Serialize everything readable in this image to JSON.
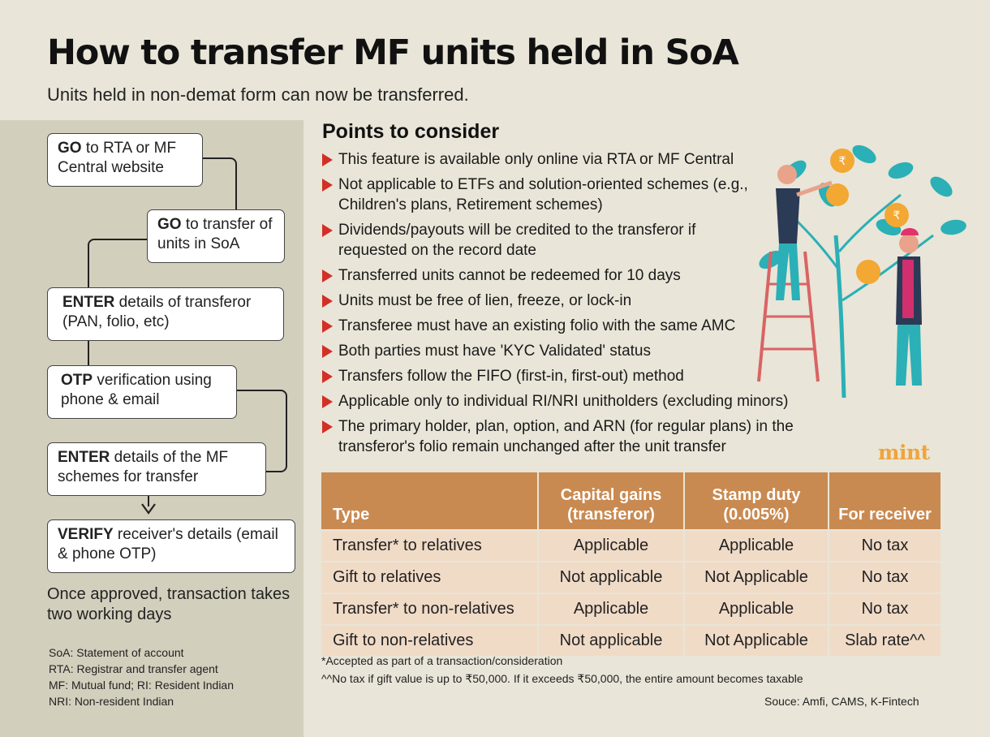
{
  "title": "How to transfer MF units held in SoA",
  "subtitle": "Units held in non-demat form can now be transferred.",
  "steps": [
    {
      "bold": "GO",
      "text": " to RTA or MF Central website"
    },
    {
      "bold": "GO",
      "text": " to transfer of units in SoA"
    },
    {
      "bold": "ENTER",
      "text": " details of transferor (PAN, folio, etc)"
    },
    {
      "bold": "OTP",
      "text": " verification using phone & email"
    },
    {
      "bold": "ENTER",
      "text": " details of the MF schemes for transfer"
    },
    {
      "bold": "VERIFY",
      "text": " receiver's details (email & phone OTP)"
    }
  ],
  "approved_note": "Once approved, transaction takes two working days",
  "legend": [
    "SoA: Statement of account",
    "RTA: Registrar and transfer agent",
    "MF: Mutual fund; RI: Resident Indian",
    "NRI: Non-resident Indian"
  ],
  "points_title": "Points to consider",
  "points": [
    "This feature is available only online via RTA or MF Central",
    "Not applicable to ETFs and solution-oriented schemes (e.g., Children's plans, Retirement schemes)",
    "Dividends/payouts will be credited to the transferor if requested on the record date",
    "Transferred units cannot be redeemed for 10 days",
    "Units must be free of lien, freeze, or lock-in",
    "Transferee must have an existing folio with the same AMC",
    "Both parties must have 'KYC Validated' status",
    "Transfers follow the FIFO (first-in, first-out) method",
    "Applicable only to individual RI/NRI unitholders (excluding minors)",
    "The primary holder, plan, option, and ARN (for regular plans) in the transferor's folio remain unchanged after the unit transfer"
  ],
  "brand": "mint",
  "table": {
    "headers": [
      "Type",
      "Capital gains (transferor)",
      "Stamp duty (0.005%)",
      "For receiver"
    ],
    "rows": [
      [
        "Transfer* to relatives",
        "Applicable",
        "Applicable",
        "No tax"
      ],
      [
        "Gift to relatives",
        "Not applicable",
        "Not Applicable",
        "No tax"
      ],
      [
        "Transfer* to non-relatives",
        "Applicable",
        "Applicable",
        "No tax"
      ],
      [
        "Gift to non-relatives",
        "Not applicable",
        "Not Applicable",
        "Slab rate^^"
      ]
    ]
  },
  "footnotes": [
    "*Accepted as part of a transaction/consideration",
    "^^No tax if gift value is up to ₹50,000. If it exceeds ₹50,000, the entire amount becomes taxable"
  ],
  "source": "Souce: Amfi, CAMS, K-Fintech",
  "illustration_coin_symbol": "₹",
  "colors": {
    "background": "#e9e5d8",
    "left_panel": "#d3cfbd",
    "bullet": "#d22f26",
    "table_header": "#c98a51",
    "table_cell": "#f0dbc7",
    "brand": "#f0a43a",
    "leaf": "#2ab0b6",
    "coin": "#f2a833"
  }
}
